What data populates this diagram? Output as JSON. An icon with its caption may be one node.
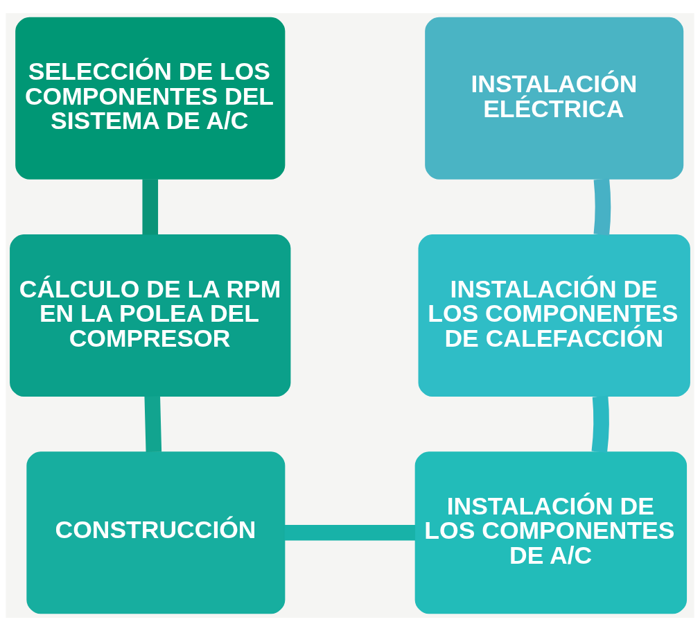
{
  "diagram": {
    "nodes": [
      {
        "text": [
          "SELECCIÓN DE LOS COMPONENTES DEL SISTEMA DE A/C"
        ]
      },
      {
        "text": [
          "CÁLCULO DE LA RPM EN LA POLEA DEL COMPRESOR"
        ]
      },
      {
        "text": [
          "CONSTRUCCIÓN"
        ]
      },
      {
        "text": [
          "INSTALACIÓN DE LOS COMPONENTES DE A/C"
        ]
      },
      {
        "text": [
          "INSTALACIÓN DE LOS COMPONENTES DE CALEFACCIÓN"
        ]
      },
      {
        "text": [
          "INSTALACIÓN ELÉCTRICA"
        ]
      }
    ],
    "edges": [
      {
        "from": 0,
        "to": 1,
        "arrow": "none",
        "color": "#0a9478"
      },
      {
        "from": 1,
        "to": 2,
        "arrow": "none",
        "color": "#12a48f"
      },
      {
        "from": 2,
        "to": 3,
        "arrow": "none",
        "color": "#18b2a8"
      },
      {
        "from": 3,
        "to": 4,
        "arrow": "none",
        "color": "#2bb9c2"
      },
      {
        "from": 4,
        "to": 5,
        "arrow": "none",
        "color": "#47b1c5"
      }
    ]
  }
}
